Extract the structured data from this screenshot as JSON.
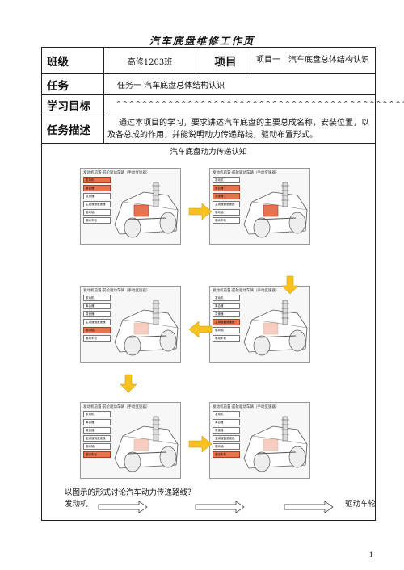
{
  "header": {
    "title": "汽车底盘维修工作页"
  },
  "form": {
    "class_label": "班级",
    "class_value": "高修1203班",
    "project_label": "项目",
    "project_value": "项目一　汽车底盘总体结构认识",
    "task_label": "任务",
    "task_value": "任务一 汽车底盘总体结构认识",
    "goal_label": "学习目标",
    "goal_value": "^^^^^^^^^^^^^^^^^^^^^^^^^^^^^^^^^^^^^^^^^^^^^",
    "desc_label": "任务描述",
    "desc_value": "通过本项目的学习，要求讲述汽车底盘的主要总成名称，安装位置，以及各总成的作用，并能说明动力传递路线，驱动布置形式。"
  },
  "figure": {
    "caption": "汽车底盘动力传递认知",
    "panels": [
      {
        "head": "发动机前置·前轮驱动车辆（手动变速器）",
        "steps": [
          "发动机",
          "离合器",
          "变速器",
          "主减速器差速器",
          "驱动轴",
          "驱动车轮"
        ],
        "highlight": [
          0,
          1
        ]
      },
      {
        "head": "发动机前置·前轮驱动车辆（手动变速器）",
        "steps": [
          "发动机",
          "离合器",
          "变速器",
          "主减速器差速器",
          "驱动轴",
          "驱动车轮"
        ],
        "highlight": [
          1,
          2
        ]
      },
      {
        "head": "发动机前置·前轮驱动车辆（手动变速器）",
        "steps": [
          "发动机",
          "离合器",
          "变速器",
          "主减速器差速器",
          "驱动轴",
          "驱动车轮"
        ],
        "highlight": [
          4
        ]
      },
      {
        "head": "发动机前置·前轮驱动车辆（手动变速器）",
        "steps": [
          "发动机",
          "离合器",
          "变速器",
          "主减速器差速器",
          "驱动轴",
          "驱动车轮"
        ],
        "highlight": [
          3
        ]
      },
      {
        "head": "发动机前置·前轮驱动车辆（手动变速器）",
        "steps": [
          "发动机",
          "离合器",
          "变速器",
          "主减速器差速器",
          "驱动轴",
          "驱动车轮"
        ],
        "highlight": [
          5
        ]
      },
      {
        "head": "发动机前置·前轮驱动车辆（手动变速器）",
        "steps": [
          "发动机",
          "离合器",
          "变速器",
          "主减速器差速器",
          "驱动轴",
          "驱动车轮"
        ],
        "highlight": [
          5
        ]
      }
    ]
  },
  "question": "以图示的形式讨论汽车动力传递路线？",
  "route": {
    "from": "发动机",
    "to": "驱动车轮"
  },
  "page_number": "1",
  "colors": {
    "highlight": "#e8724e",
    "arrow_fill": "#f7c21e"
  }
}
